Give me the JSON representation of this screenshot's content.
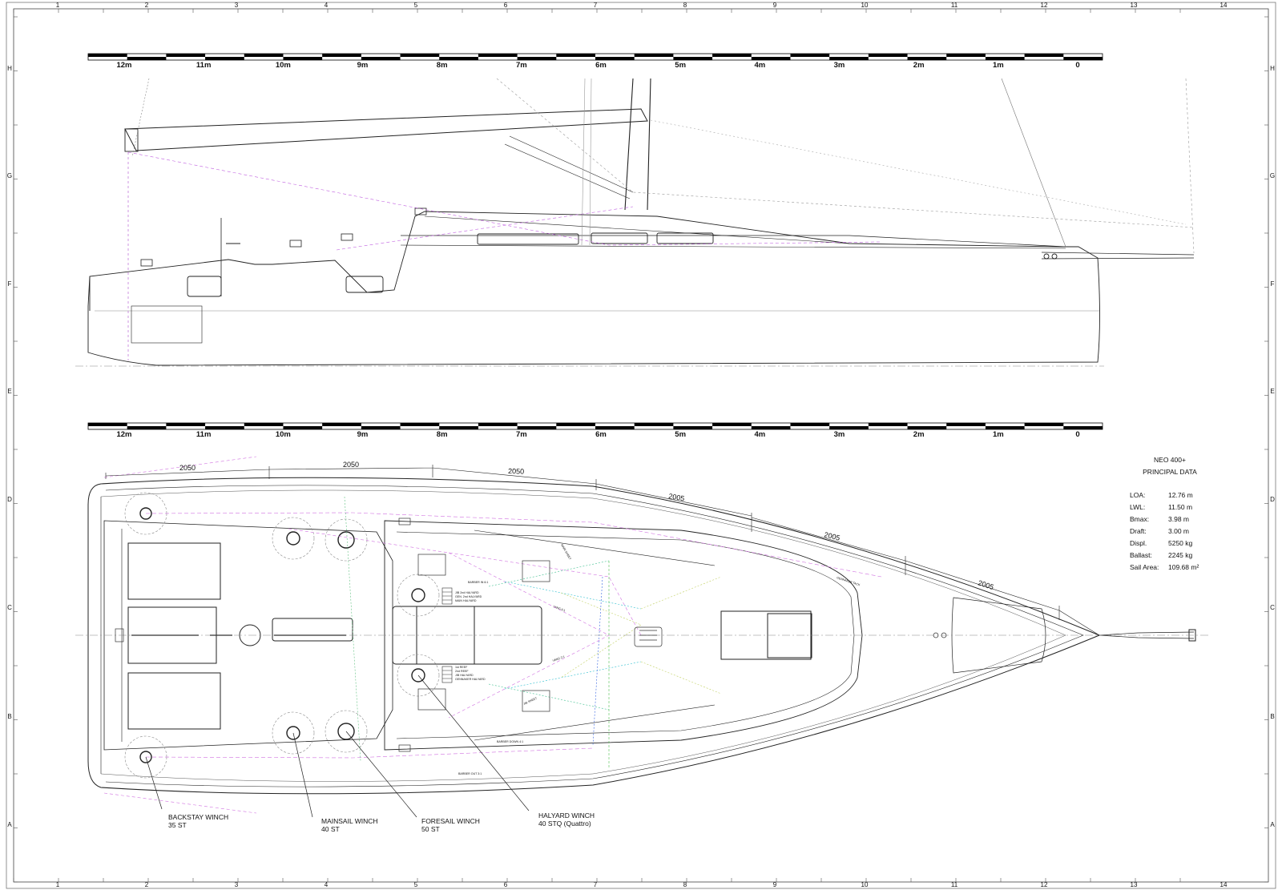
{
  "frame": {
    "columns": [
      "1",
      "2",
      "3",
      "4",
      "5",
      "6",
      "7",
      "8",
      "9",
      "10",
      "11",
      "12",
      "13",
      "14"
    ],
    "rows": [
      "H",
      "G",
      "F",
      "E",
      "D",
      "C",
      "B",
      "A"
    ]
  },
  "scale": {
    "labels": [
      "12m",
      "11m",
      "10m",
      "9m",
      "8m",
      "7m",
      "6m",
      "5m",
      "4m",
      "3m",
      "2m",
      "1m",
      "0"
    ]
  },
  "dimensions": {
    "upper": [
      "2050",
      "2050",
      "2050"
    ],
    "lower": [
      "2005",
      "2005",
      "2005"
    ]
  },
  "principal_data": {
    "title": "NEO 400+",
    "subtitle": "PRINCIPAL DATA",
    "rows": [
      {
        "label": "LOA:",
        "value": "12.76 m"
      },
      {
        "label": "LWL:",
        "value": "11.50 m"
      },
      {
        "label": "Bmax:",
        "value": "3.98 m"
      },
      {
        "label": "Draft:",
        "value": "3.00 m"
      },
      {
        "label": "Displ.",
        "value": "5250 kg"
      },
      {
        "label": "Ballast:",
        "value": "2245 kg"
      },
      {
        "label": "Sail Area:",
        "value": "109.68 m²"
      }
    ]
  },
  "callouts": [
    {
      "line1": "BACKSTAY WINCH",
      "line2": "35 ST"
    },
    {
      "line1": "MAINSAIL WINCH",
      "line2": "40 ST"
    },
    {
      "line1": "FORESAIL WINCH",
      "line2": "50 ST"
    },
    {
      "line1": "HALYARD WINCH",
      "line2": "40 STQ (Quattro)"
    }
  ],
  "deck_labels": {
    "clutches_upper": [
      "BARBER IN 6:1",
      "JIB 2nd HALYARD",
      "GEN. 2nd HALYARD",
      "MAIN HALYARD"
    ],
    "clutches_lower": [
      "1st REEF",
      "2nd REEF",
      "JIB HALYARD",
      "GENNAKER HALYARD"
    ],
    "main_sheet": "MAIN SHEET",
    "vang": "VANG 6:1",
    "vang2": "VANG 2:1",
    "jib_sheet": "JIB SHEET",
    "barber_down": "BARBER DOWN 4:1",
    "barber_out": "BARBER OUT 3:1",
    "gennaker_tack": "GENNAKER TACK"
  }
}
